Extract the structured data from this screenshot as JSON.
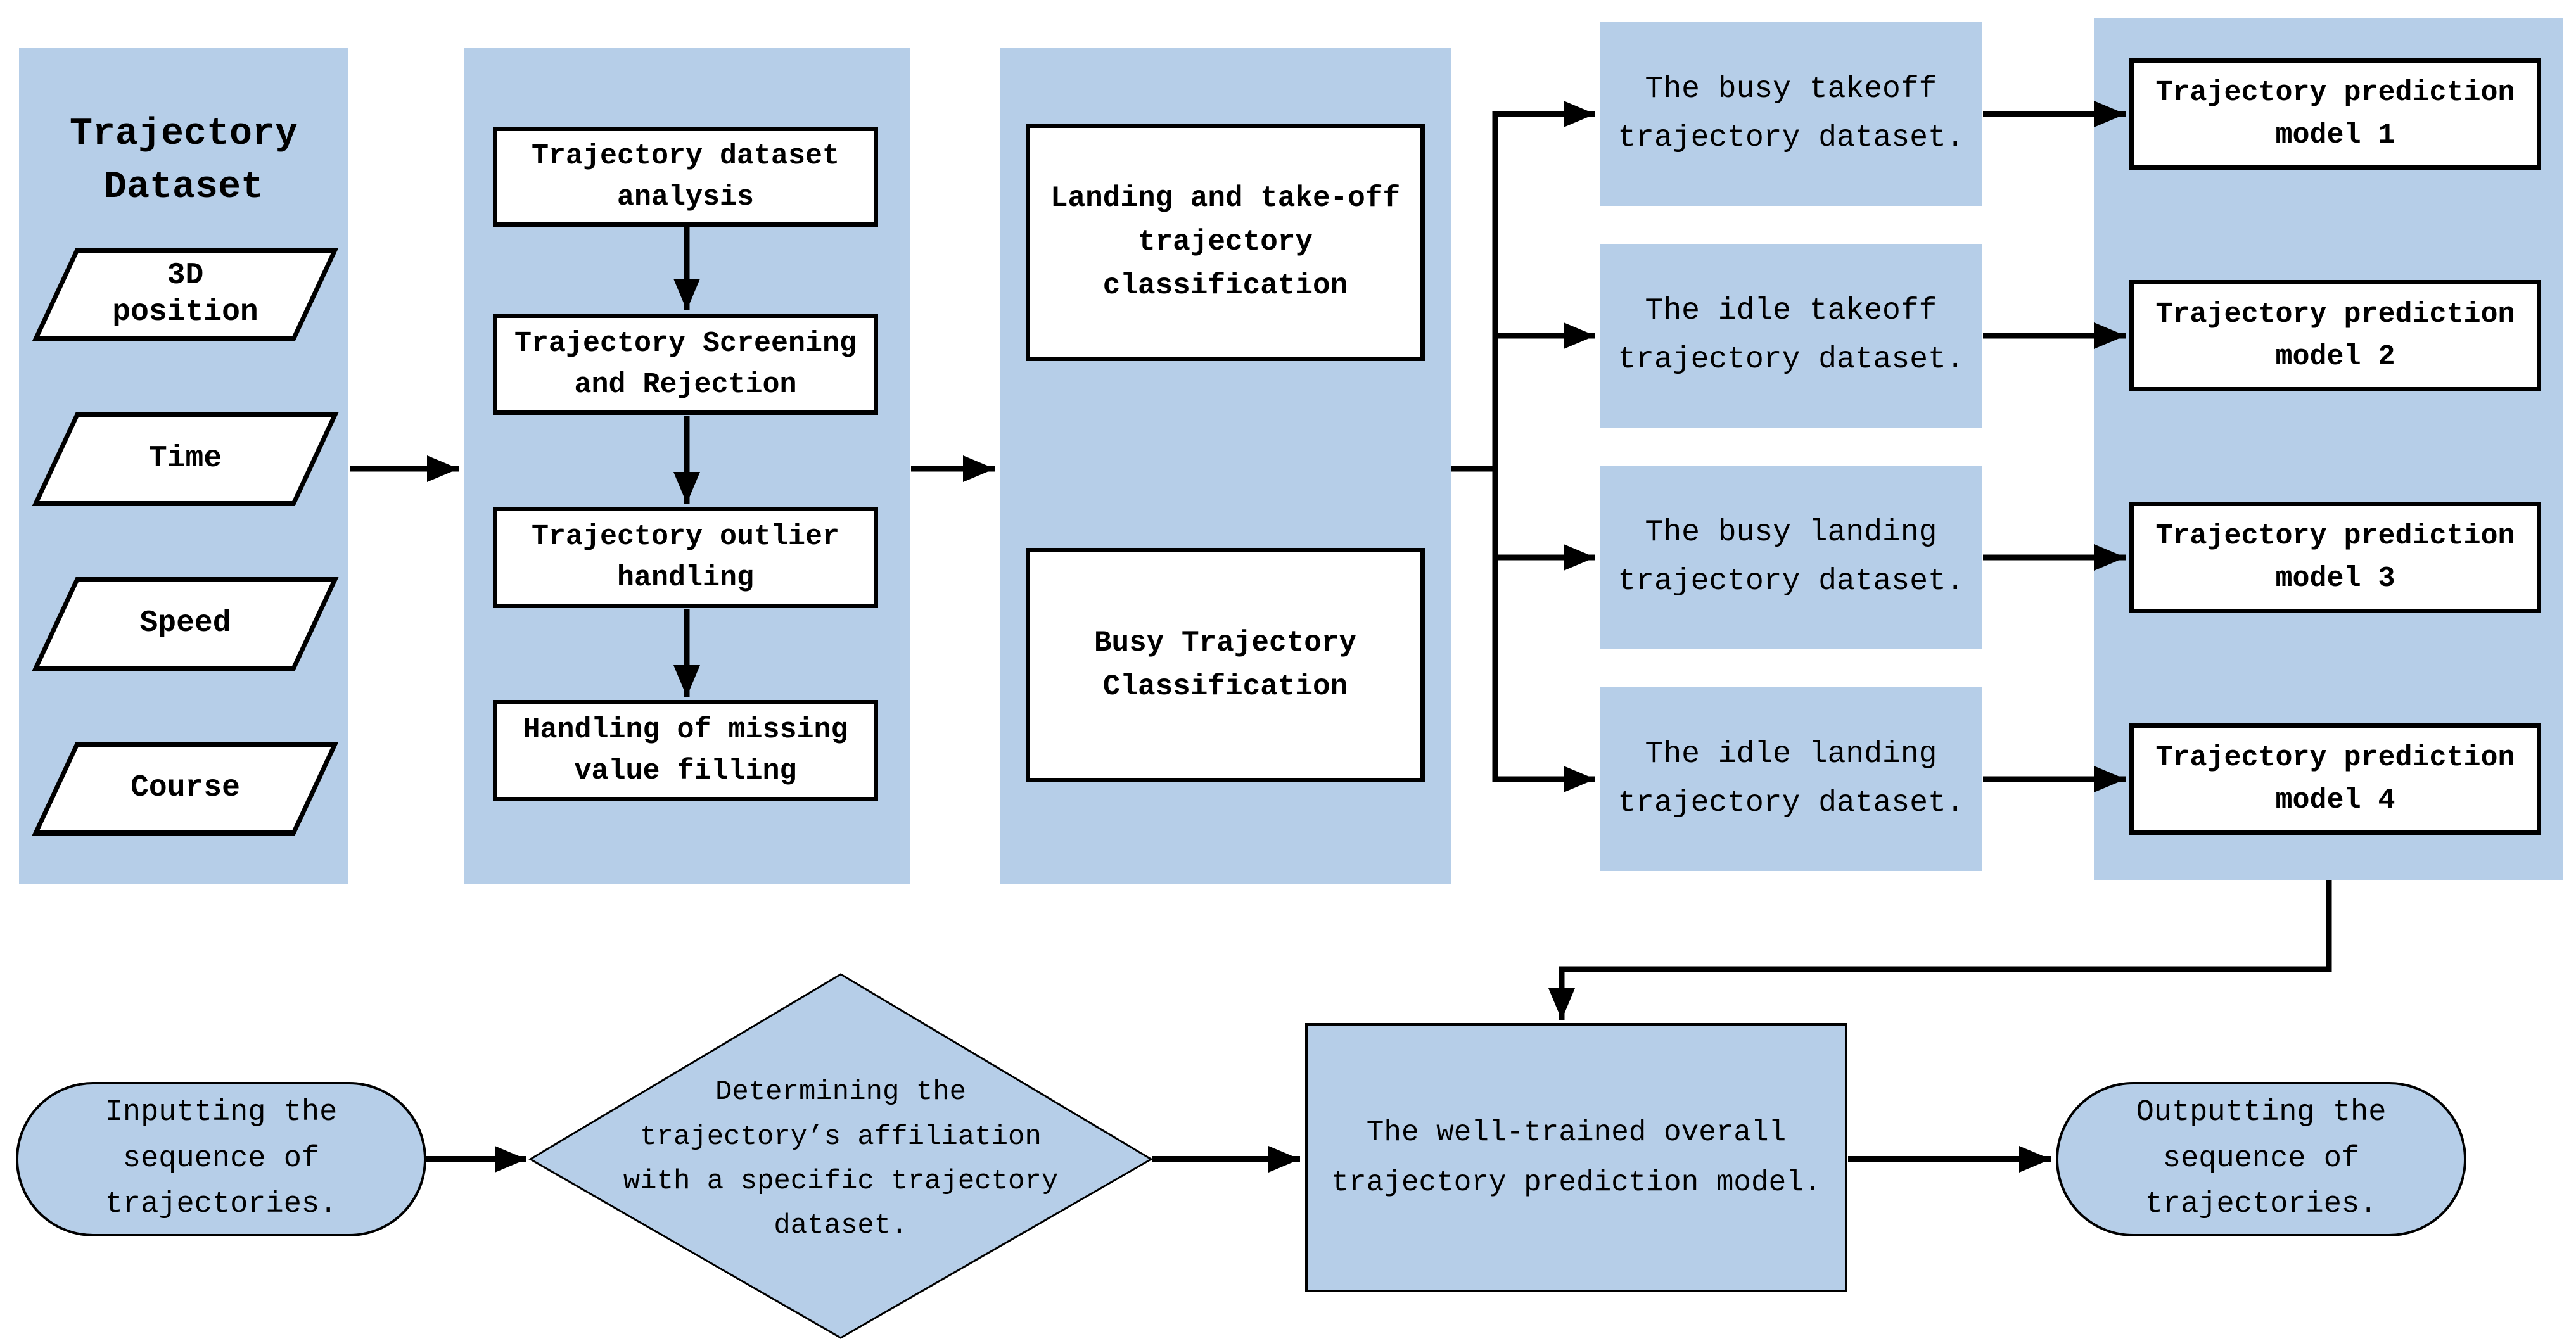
{
  "colors": {
    "panel_fill": "#B6CEE8",
    "box_fill": "#FFFFFF",
    "line_color": "#000000",
    "background": "#FFFFFF"
  },
  "dataset_panel": {
    "title": "Trajectory\nDataset",
    "items": [
      "3D\nposition",
      "Time",
      "Speed",
      "Course"
    ]
  },
  "preprocessing": {
    "steps": [
      "Trajectory dataset\nanalysis",
      "Trajectory Screening\nand Rejection",
      "Trajectory outlier\nhandling",
      "Handling of missing\nvalue filling"
    ]
  },
  "classification": {
    "steps": [
      "Landing and take-off\ntrajectory\nclassification",
      "Busy Trajectory\nClassification"
    ]
  },
  "datasets": {
    "items": [
      "The busy takeoff\ntrajectory dataset.",
      "The idle takeoff\ntrajectory dataset.",
      "The busy landing\ntrajectory dataset.",
      "The idle landing\ntrajectory dataset."
    ]
  },
  "models": {
    "items": [
      "Trajectory prediction\nmodel 1",
      "Trajectory prediction\nmodel 2",
      "Trajectory prediction\nmodel 3",
      "Trajectory prediction\nmodel 4"
    ]
  },
  "inference": {
    "input": "Inputting the\nsequence of\ntrajectories.",
    "decision": "Determining the\ntrajectory’s affiliation\nwith a specific trajectory\ndataset.",
    "model": "The well-trained overall\ntrajectory prediction model.",
    "output": "Outputting the\nsequence of\ntrajectories."
  }
}
